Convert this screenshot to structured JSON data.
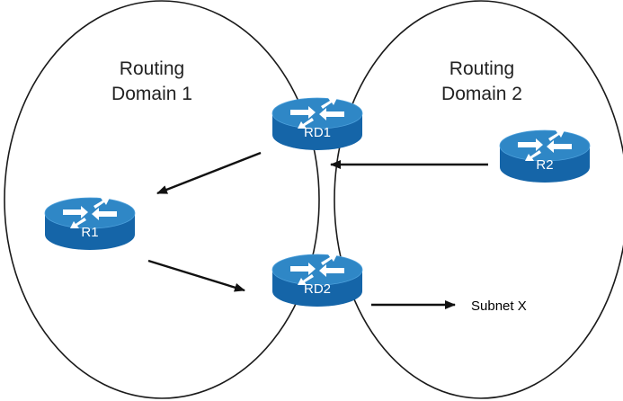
{
  "domains": [
    {
      "line1": "Routing",
      "line2": "Domain 1"
    },
    {
      "line1": "Routing",
      "line2": "Domain 2"
    }
  ],
  "routers": {
    "rd1": "RD1",
    "rd2": "RD2",
    "r1": "R1",
    "r2": "R2"
  },
  "destination": "Subnet X",
  "colors": {
    "router_top": "#2f87c6",
    "router_side": "#1565a8",
    "router_glyph": "#ffffff",
    "line": "#111111"
  },
  "icons": [
    "router-icon",
    "arrow-icon"
  ]
}
